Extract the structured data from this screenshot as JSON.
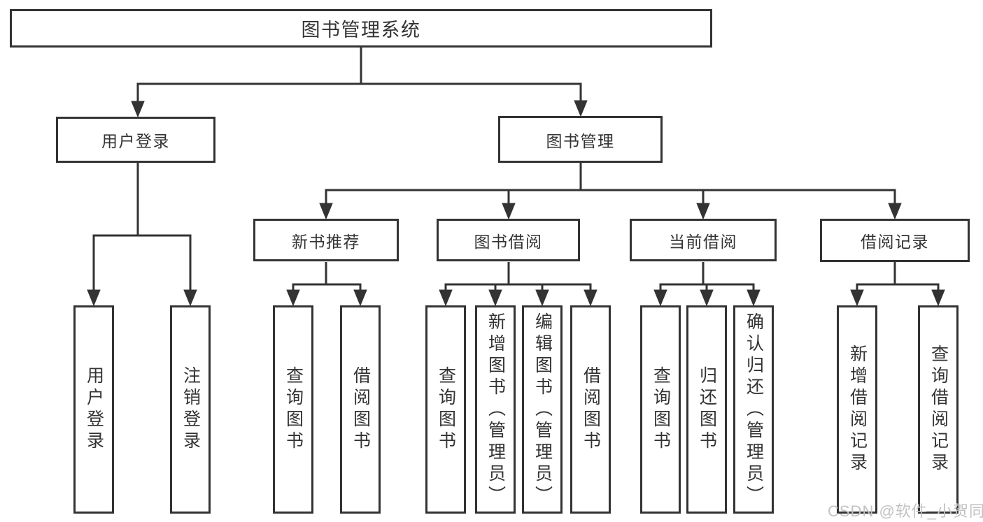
{
  "diagram": {
    "root": "图书管理系统",
    "level2": [
      "用户登录",
      "图书管理"
    ],
    "level3": [
      "新书推荐",
      "图书借阅",
      "当前借阅",
      "借阅记录"
    ],
    "leaves": {
      "user_login": [
        "用户登录",
        "注销登录"
      ],
      "new_book": [
        "查询图书",
        "借阅图书"
      ],
      "book_borrow": [
        "查询图书",
        "新增图书（管理员）",
        "编辑图书（管理员）",
        "借阅图书"
      ],
      "current_borrow": [
        "查询图书",
        "归还图书",
        "确认归还（管理员）"
      ],
      "borrow_records": [
        "新增借阅记录",
        "查询借阅记录"
      ]
    }
  },
  "watermark": {
    "text": "CSDN @软件_小贺同学"
  },
  "colors": {
    "line": "#333333",
    "text": "#333333",
    "background": "#ffffff",
    "watermark": "#c2c2c2"
  }
}
